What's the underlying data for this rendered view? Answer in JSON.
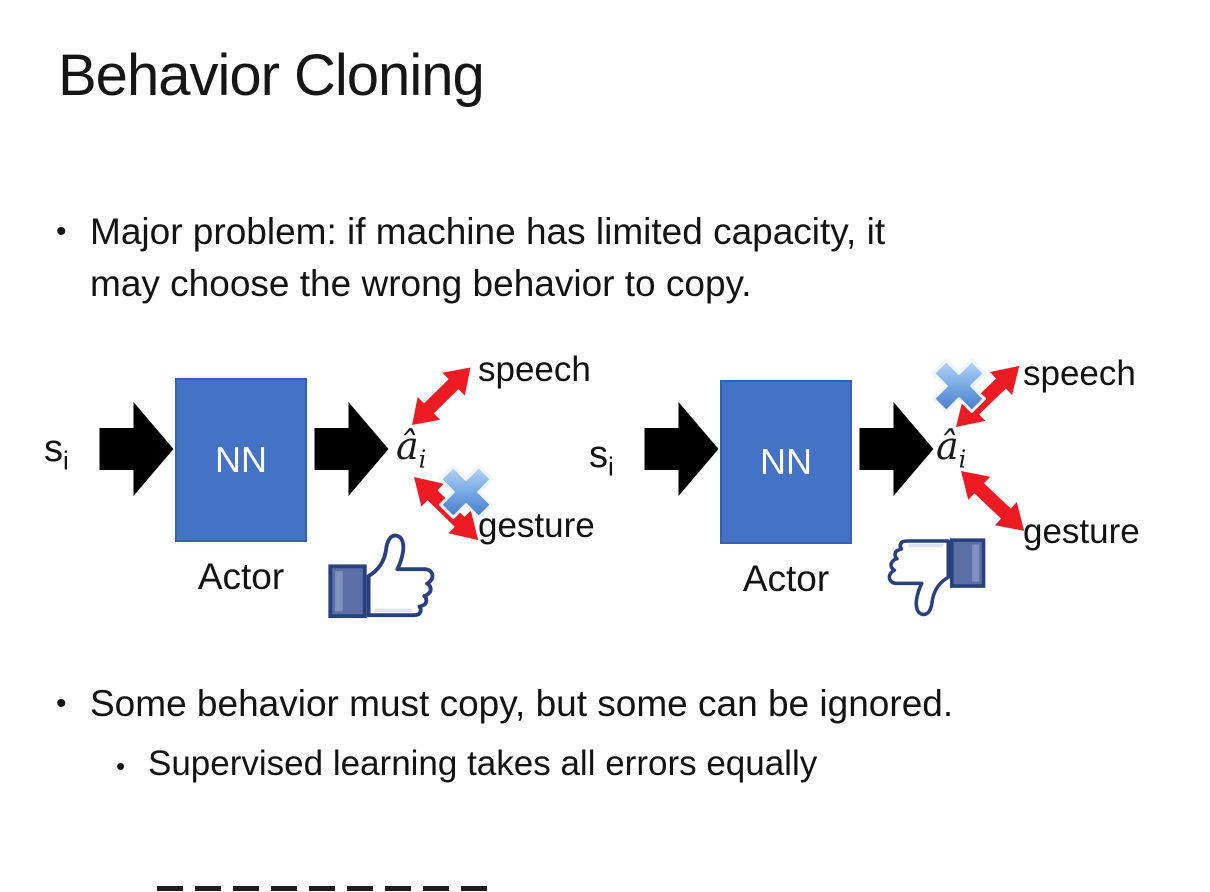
{
  "slide": {
    "title": "Behavior Cloning",
    "bullet_marker": "•"
  },
  "bullets": {
    "b1_line1": "Major problem: if machine has limited capacity, it",
    "b1_line2": "may choose the wrong behavior to copy.",
    "b2": "Some behavior must copy, but some can be ignored.",
    "b3": "Supervised learning takes all errors equally"
  },
  "diagrams": [
    {
      "input_base": "s",
      "input_sub": "i",
      "nn_label": "NN",
      "actor_label": "Actor",
      "output_base": "â",
      "output_sub": "i",
      "speech_label": "speech",
      "gesture_label": "gesture",
      "crossed_out": "gesture",
      "feedback_icon": "thumbs-up"
    },
    {
      "input_base": "s",
      "input_sub": "i",
      "nn_label": "NN",
      "actor_label": "Actor",
      "output_base": "â",
      "output_sub": "i",
      "speech_label": "speech",
      "gesture_label": "gesture",
      "crossed_out": "speech",
      "feedback_icon": "thumbs-down"
    }
  ],
  "colors": {
    "background": "#ffffff",
    "nn_fill": "#4472c4",
    "nn_border": "#3a62ad",
    "block_arrow": "#000000",
    "red_arrow": "#ed1c24",
    "cross_light": "#dce9f8",
    "cross_mid": "#7fb0e8",
    "cross_dark": "#2c63be",
    "thumb_outline": "#2e4a8c",
    "thumb_cuff": "#5b6ea6",
    "thumb_hand": "#ffffff"
  }
}
